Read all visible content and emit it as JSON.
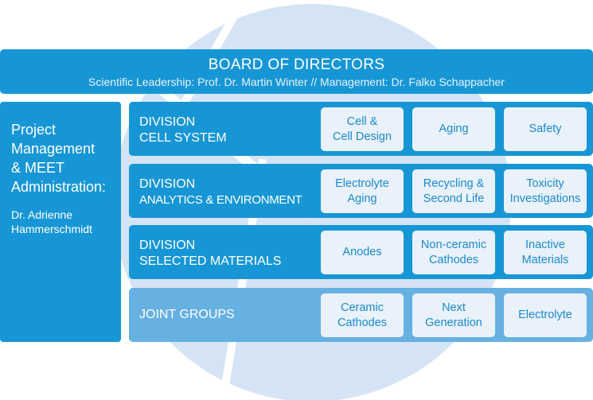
{
  "board": {
    "title": "BOARD OF DIRECTORS",
    "subtitle": "Scientific Leadership: Prof. Dr. Martin Winter // Management: Dr. Falko Schappacher"
  },
  "admin": {
    "title_lines": [
      "Project",
      "Management",
      "& MEET",
      "Administration:"
    ],
    "name_lines": [
      "Dr. Adrienne",
      "Hammerschmidt"
    ]
  },
  "rows": [
    {
      "line1": "DIVISION",
      "line2": "CELL SYSTEM",
      "groups": [
        [
          "Cell &",
          "Cell Design"
        ],
        [
          "Aging",
          ""
        ],
        [
          "Safety",
          ""
        ]
      ]
    },
    {
      "line1": "DIVISION",
      "line2": "ANALYTICS & ENVIRONMENT",
      "groups": [
        [
          "Electrolyte",
          "Aging"
        ],
        [
          "Recycling &",
          "Second Life"
        ],
        [
          "Toxicity",
          "Investigations"
        ]
      ]
    },
    {
      "line1": "DIVISION",
      "line2": "SELECTED MATERIALS",
      "groups": [
        [
          "Anodes",
          ""
        ],
        [
          "Non-ceramic",
          "Cathodes"
        ],
        [
          "Inactive",
          "Materials"
        ]
      ]
    },
    {
      "line1": "JOINT GROUPS",
      "line2": "",
      "groups": [
        [
          "Ceramic",
          "Cathodes"
        ],
        [
          "Next",
          "Generation"
        ],
        [
          "Electrolyte",
          ""
        ]
      ]
    }
  ],
  "colors": {
    "primary": "#1796d5",
    "joint": "#66b0e2",
    "box": "#e9f1fa",
    "box_text": "#1a8ad0",
    "background_logo": "#d4e4f4"
  }
}
